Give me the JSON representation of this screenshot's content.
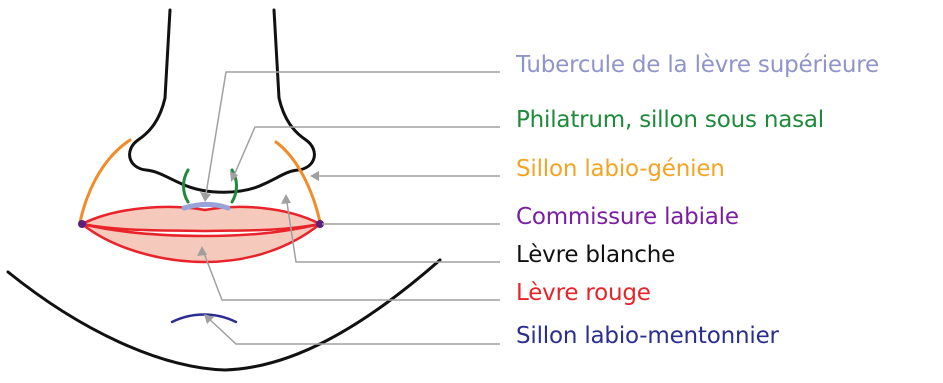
{
  "labels": [
    {
      "id": "tubercule",
      "text": "Tubercule de la lèvre supérieure",
      "color": "#8f95c9"
    },
    {
      "id": "philtrum",
      "text": "Philatrum, sillon sous nasal",
      "color": "#1f8a3b"
    },
    {
      "id": "sillon-labio-genien",
      "text": "Sillon labio-génien",
      "color": "#f2a524"
    },
    {
      "id": "commissure",
      "text": "Commissure labiale",
      "color": "#7b1fa2"
    },
    {
      "id": "levre-blanche",
      "text": "Lèvre blanche",
      "color": "#111111"
    },
    {
      "id": "levre-rouge",
      "text": "Lèvre rouge",
      "color": "#e8242a"
    },
    {
      "id": "sillon-labio-mentonnier",
      "text": "Sillon labio-mentonnier",
      "color": "#2a2f8f"
    }
  ],
  "colors": {
    "outline": "#111111",
    "leader": "#a0a0a0",
    "lip_fill": "#f6c9bd",
    "lip_line": "#e8242a",
    "nasolabial": "#f28c28",
    "philtrum": "#1f8a3b",
    "tubercle": "#9aa3d8",
    "commissure": "#5a1f7a",
    "mentolabial": "#2a2f8f"
  }
}
